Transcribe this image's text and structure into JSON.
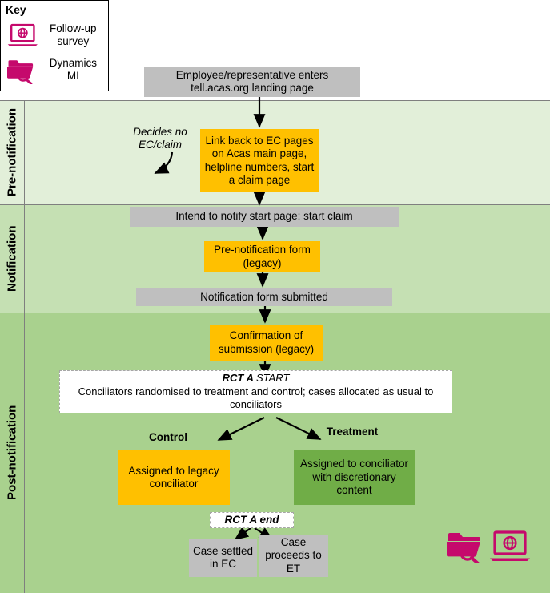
{
  "key": {
    "title": "Key",
    "items": [
      {
        "icon": "laptop-globe-icon",
        "label": "Follow-up survey"
      },
      {
        "icon": "folder-magnifier-icon",
        "label": "Dynamics MI"
      }
    ]
  },
  "lanes": [
    {
      "id": "pre-notification",
      "label": "Pre-notification",
      "color": "#e2efd9"
    },
    {
      "id": "notification",
      "label": "Notification",
      "color": "#c5e0b3"
    },
    {
      "id": "post-notification",
      "label": "Post-notification",
      "color": "#a9d18e"
    }
  ],
  "nodes": {
    "landing_page": "Employee/representative enters tell.acas.org landing page",
    "link_back": "Link back to EC pages on Acas main page, helpline numbers, start a claim page",
    "decides_no_ec": "Decides no EC/claim",
    "intend_to_notify": "Intend to notify start page: start claim",
    "pre_notification_form": "Pre-notification form (legacy)",
    "notification_submitted": "Notification form submitted",
    "confirmation": "Confirmation of submission (legacy)",
    "rct_a_start_title_bold": "RCT A",
    "rct_a_start_title_plain": "START",
    "rct_a_start_body": "Conciliators randomised to treatment and control; cases allocated as usual to conciliators",
    "control_label": "Control",
    "treatment_label": "Treatment",
    "assigned_legacy": "Assigned to legacy conciliator",
    "assigned_discretionary": "Assigned to conciliator with discretionary content",
    "rct_a_end": "RCT A end",
    "case_settled": "Case settled in EC",
    "case_proceeds": "Case proceeds to ET"
  },
  "bottom_icons": [
    {
      "icon": "folder-magnifier-icon"
    },
    {
      "icon": "laptop-globe-icon"
    }
  ],
  "colors": {
    "process_grey": "#bfbfbf",
    "process_orange": "#ffc000",
    "treatment_green": "#70ad47",
    "magenta": "#c5096c",
    "lane_pre": "#e2efd9",
    "lane_notify": "#c5e0b3",
    "lane_post": "#a9d18e"
  }
}
